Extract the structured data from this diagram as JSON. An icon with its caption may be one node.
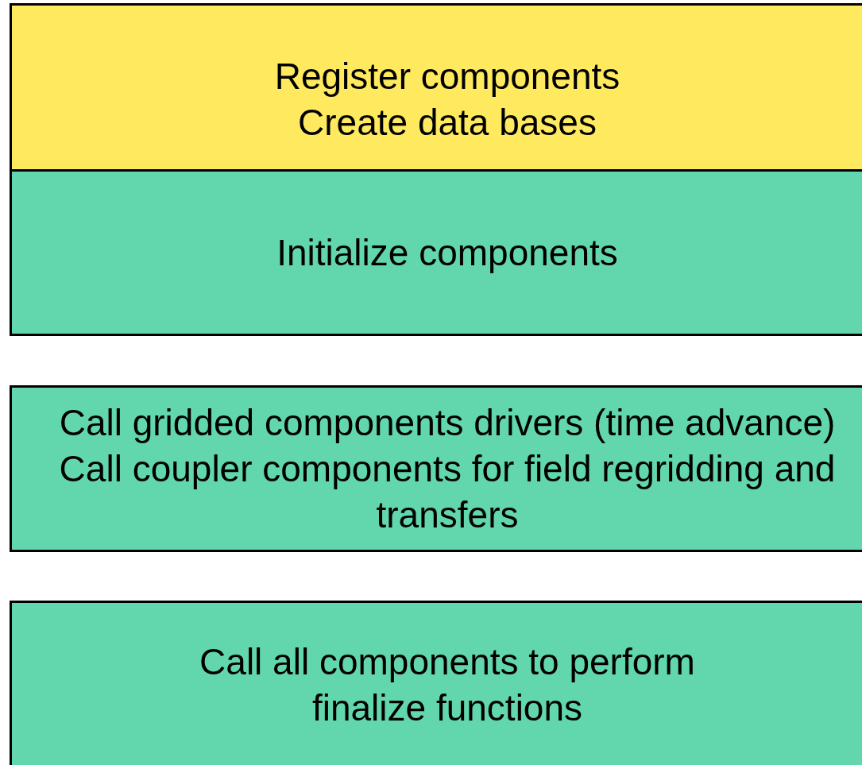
{
  "diagram": {
    "nodes": [
      {
        "text": [
          "Register components",
          "Create data bases"
        ]
      },
      {
        "text": [
          "Initialize components"
        ]
      },
      {
        "text": [
          "Call gridded components drivers (time advance)",
          "Call coupler components for field regridding and transfers"
        ]
      },
      {
        "text": [
          "Call all components to perform finalize functions"
        ]
      }
    ]
  }
}
